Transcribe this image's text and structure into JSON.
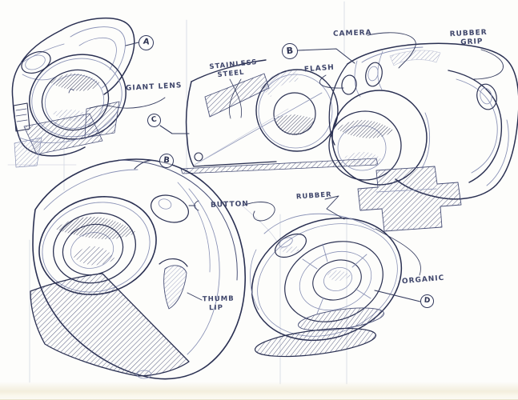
{
  "paper": {
    "background": "#fdfdfb",
    "bottom_edge_shade": "#f3eedd"
  },
  "ink": {
    "dark": "#2a3052",
    "mid": "#4a5178",
    "light": "#8a92b6",
    "guide": "#c7cbdc"
  },
  "markers": {
    "a": "A",
    "b_top": "B",
    "c": "C",
    "b": "B",
    "d": "D"
  },
  "annotations": {
    "giant_lens": {
      "lines": [
        "GIANT LENS"
      ]
    },
    "stainless_steel": {
      "lines": [
        "STAINLESS",
        "STEEL"
      ]
    },
    "camera": {
      "lines": [
        "CAMERA"
      ]
    },
    "flash": {
      "lines": [
        "FLASH"
      ]
    },
    "rubber_grip": {
      "lines": [
        "RUBBER",
        "GRIP"
      ]
    },
    "button": {
      "lines": [
        "BUTTON"
      ]
    },
    "rubber": {
      "lines": [
        "RUBBER"
      ]
    },
    "thumb_lip": {
      "lines": [
        "THUMB",
        "LIP"
      ]
    },
    "organic": {
      "lines": [
        "ORGANIC"
      ]
    }
  },
  "sketches": [
    {
      "marker": "A",
      "subject": "compact camera with carry-handle loop, giant lens"
    },
    {
      "marker": "C",
      "subject": "stainless steel wedge body with roll detail"
    },
    {
      "marker": "B",
      "subject": "rounded camera with flash, rubber grip and cross base"
    },
    {
      "marker": "B",
      "subject": "large pebble camera with button, thumb lip and stand"
    },
    {
      "marker": "D",
      "subject": "organic donut-shaped camera with rubber shell"
    }
  ]
}
